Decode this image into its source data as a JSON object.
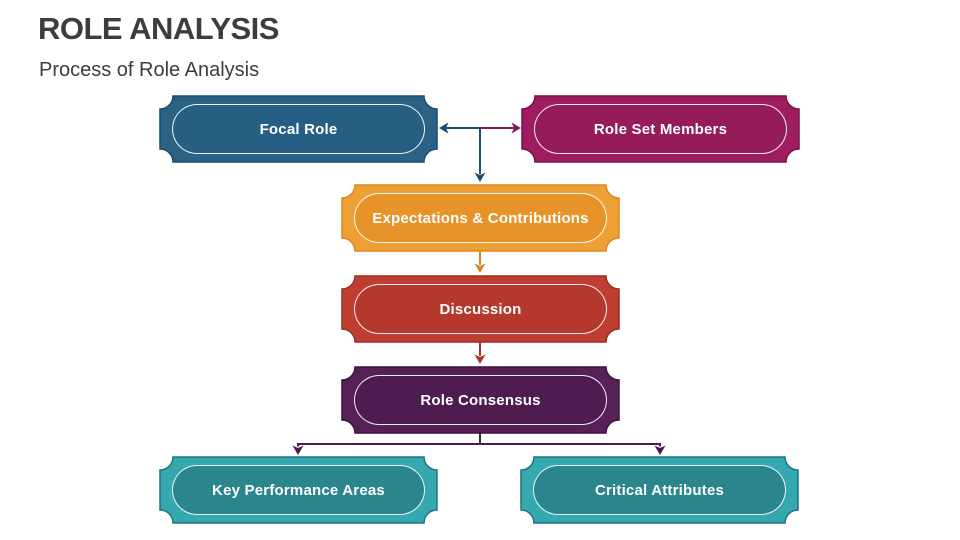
{
  "slide": {
    "title": "ROLE ANALYSIS",
    "subtitle": "Process of Role Analysis",
    "background_color": "#ffffff",
    "heading_text_color": "#3d3d3d"
  },
  "diagram": {
    "node_text_color": "#ffffff",
    "pill_border_color": "#ffffff",
    "nodes": [
      {
        "label": "Focal Role",
        "fill": "#2a6185",
        "inner_fill": "#275e84",
        "edge": "#1c4c6c"
      },
      {
        "label": "Role Set Members",
        "fill": "#9e1d60",
        "inner_fill": "#951b5a",
        "edge": "#7a1048"
      },
      {
        "label": "Expectations & Contributions",
        "fill": "#efa034",
        "inner_fill": "#e6932a",
        "edge": "#d8881d"
      },
      {
        "label": "Discussion",
        "fill": "#c03d31",
        "inner_fill": "#b4382c",
        "edge": "#9c2d24"
      },
      {
        "label": "Role Consensus",
        "fill": "#572158",
        "inner_fill": "#4f1c50",
        "edge": "#3c1340"
      },
      {
        "label": "Key Performance Areas",
        "fill": "#35a9af",
        "inner_fill": "#2a858c",
        "edge": "#20747c"
      },
      {
        "label": "Critical Attributes",
        "fill": "#35a9af",
        "inner_fill": "#2a858c",
        "edge": "#20747c"
      }
    ],
    "connector_colors": {
      "roleset_to_focal": "#1d4e6e",
      "focal_to_roleset": "#8c1758",
      "down_to_expectations": "#1d4e6e",
      "expectations_to_discussion": "#d8891d",
      "discussion_to_consensus": "#a6352a",
      "consensus_to_bottom": "#4b1b4d"
    }
  }
}
